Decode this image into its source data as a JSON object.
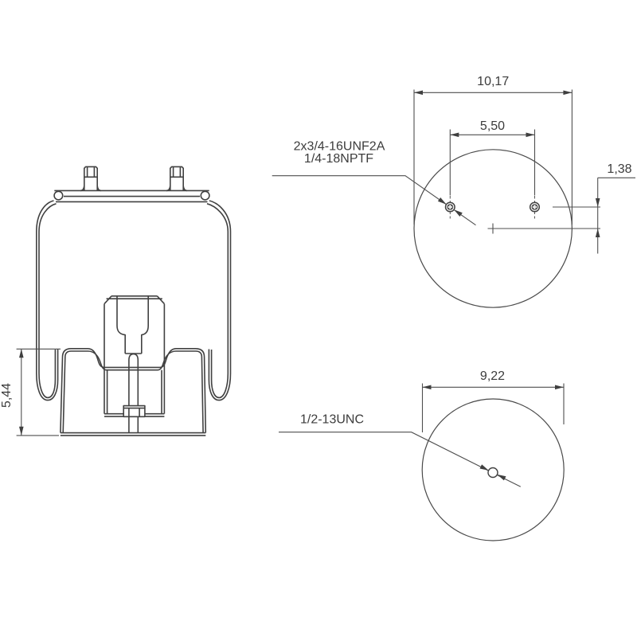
{
  "drawing": {
    "component": "Air spring assembly technical drawing",
    "background": "#ffffff",
    "colors": {
      "geometry_line": "#414141",
      "dimension_line": "#4f4f4f",
      "text": "#3c3c3c"
    },
    "side_view": {
      "height_dimension": "5,44"
    },
    "top_view": {
      "overall_diameter_dimension": "10,17",
      "port_spacing_dimension": "5,50",
      "port_row_offset_dimension": "1,38",
      "thread_callout_line1": "2x3/4-16UNF2A",
      "thread_callout_line2": "1/4-18NPTF"
    },
    "bottom_view": {
      "overall_diameter_dimension": "9,22",
      "thread_callout": "1/2-13UNC"
    }
  }
}
